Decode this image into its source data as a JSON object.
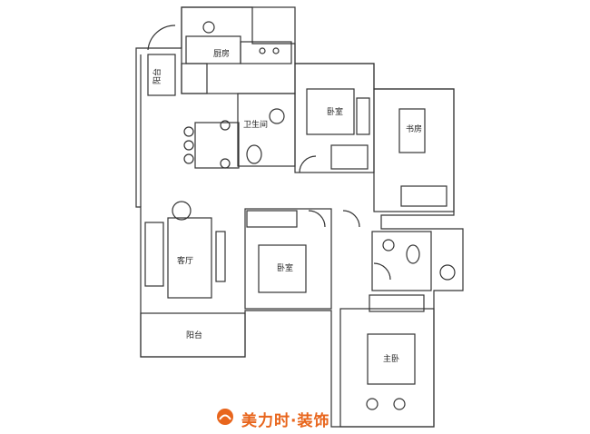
{
  "rooms": {
    "balcony_left": "阳台",
    "kitchen": "厨房",
    "bedroom_a": "卧室",
    "bathroom_a": "卫生间",
    "bedroom_b": "卧室",
    "study": "书房",
    "living": "客厅",
    "balcony_bottom": "阳台",
    "bedroom_c": "主卧"
  },
  "brand": {
    "name": "美力时·装饰",
    "color": "#e8651c"
  }
}
